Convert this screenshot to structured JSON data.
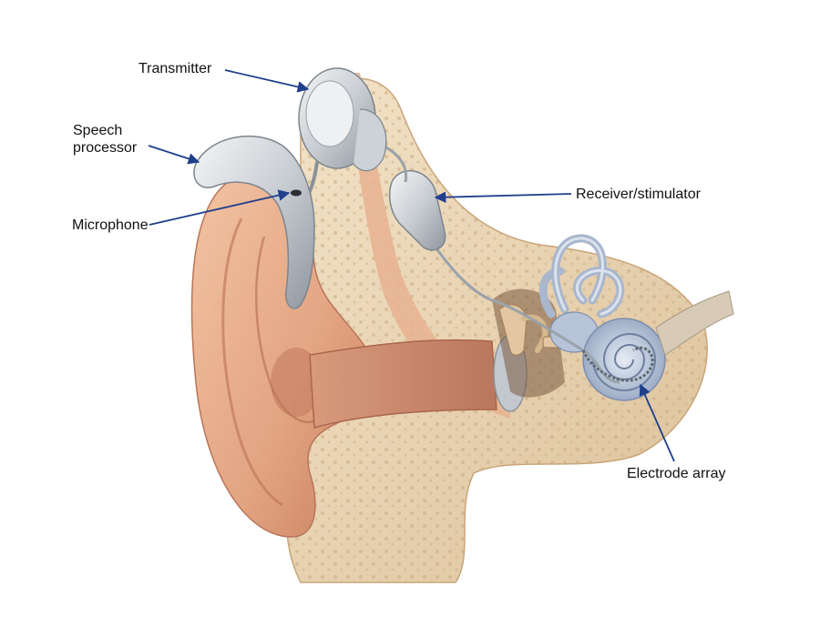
{
  "labels": {
    "transmitter": "Transmitter",
    "speech_processor_line1": "Speech",
    "speech_processor_line2": "processor",
    "microphone": "Microphone",
    "receiver_stimulator": "Receiver/stimulator",
    "electrode_array": "Electrode array"
  },
  "colors": {
    "arrow": "#1f3f8c",
    "skin": "#e9b08c",
    "skin_shadow": "#c98466",
    "bone": "#ecd6b4",
    "device": "#c8cdd2",
    "cochlea": "#b7c4d8"
  }
}
